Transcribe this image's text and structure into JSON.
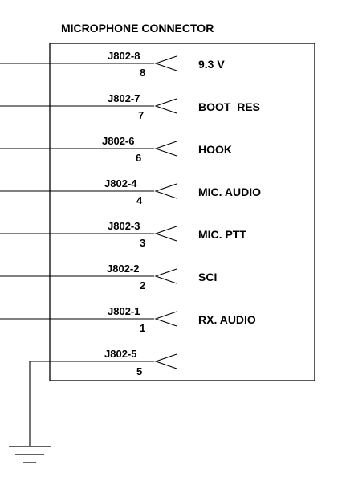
{
  "title": "MICROPHONE CONNECTOR",
  "pins": [
    {
      "ref": "J802-8",
      "num": "8",
      "signal": "9.3 V"
    },
    {
      "ref": "J802-7",
      "num": "7",
      "signal": "BOOT_RES"
    },
    {
      "ref": "J802-6",
      "num": "6",
      "signal": "HOOK"
    },
    {
      "ref": "J802-4",
      "num": "4",
      "signal": "MIC. AUDIO"
    },
    {
      "ref": "J802-3",
      "num": "3",
      "signal": "MIC. PTT"
    },
    {
      "ref": "J802-2",
      "num": "2",
      "signal": "SCI"
    },
    {
      "ref": "J802-1",
      "num": "1",
      "signal": "RX. AUDIO"
    },
    {
      "ref": "J802-5",
      "num": "5",
      "signal": ""
    }
  ]
}
